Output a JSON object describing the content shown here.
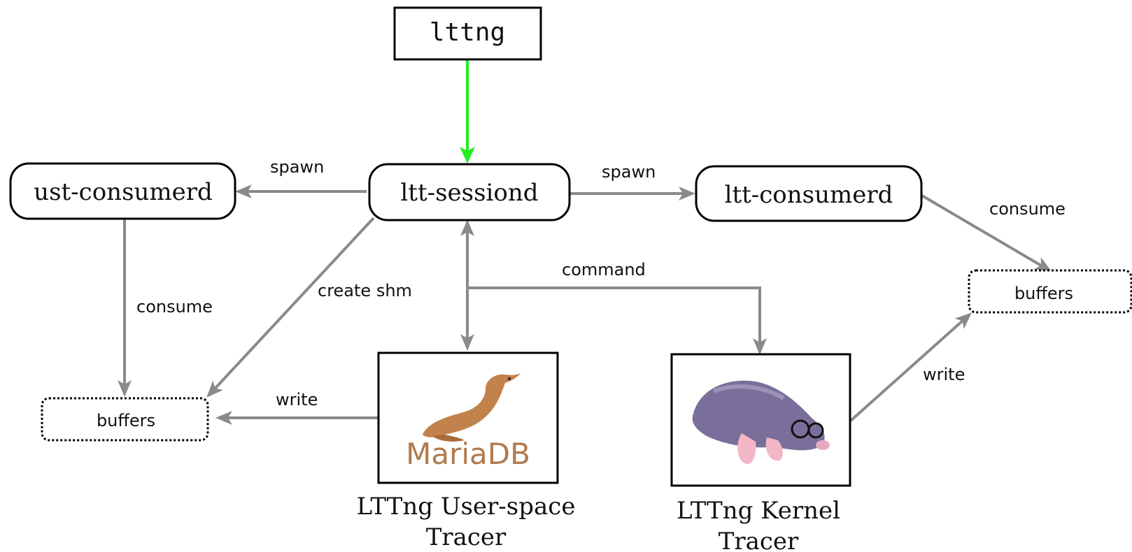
{
  "nodes": {
    "lttng": "lttng",
    "sessiond": "ltt-sessiond",
    "ust_consumerd": "ust-consumerd",
    "kernel_consumerd": "ltt-consumerd",
    "buffers_left": "buffers",
    "buffers_right": "buffers"
  },
  "edges": {
    "spawn_left": "spawn",
    "spawn_right": "spawn",
    "consume_left": "consume",
    "consume_right": "consume",
    "create_shm": "create shm",
    "command": "command",
    "write_left": "write",
    "write_right": "write"
  },
  "tracers": {
    "ust": {
      "logo_text": "MariaDB",
      "line1": "LTTng User-space",
      "line2": "Tracer"
    },
    "kernel": {
      "line1": "LTTng Kernel",
      "line2": "Tracer"
    }
  },
  "colors": {
    "command_arrow": "#22ee22",
    "arrows": "#8a8a8a",
    "mariadb_text": "#b07a4e",
    "seal": "#c2824b",
    "mole": "#7a6f9a"
  }
}
